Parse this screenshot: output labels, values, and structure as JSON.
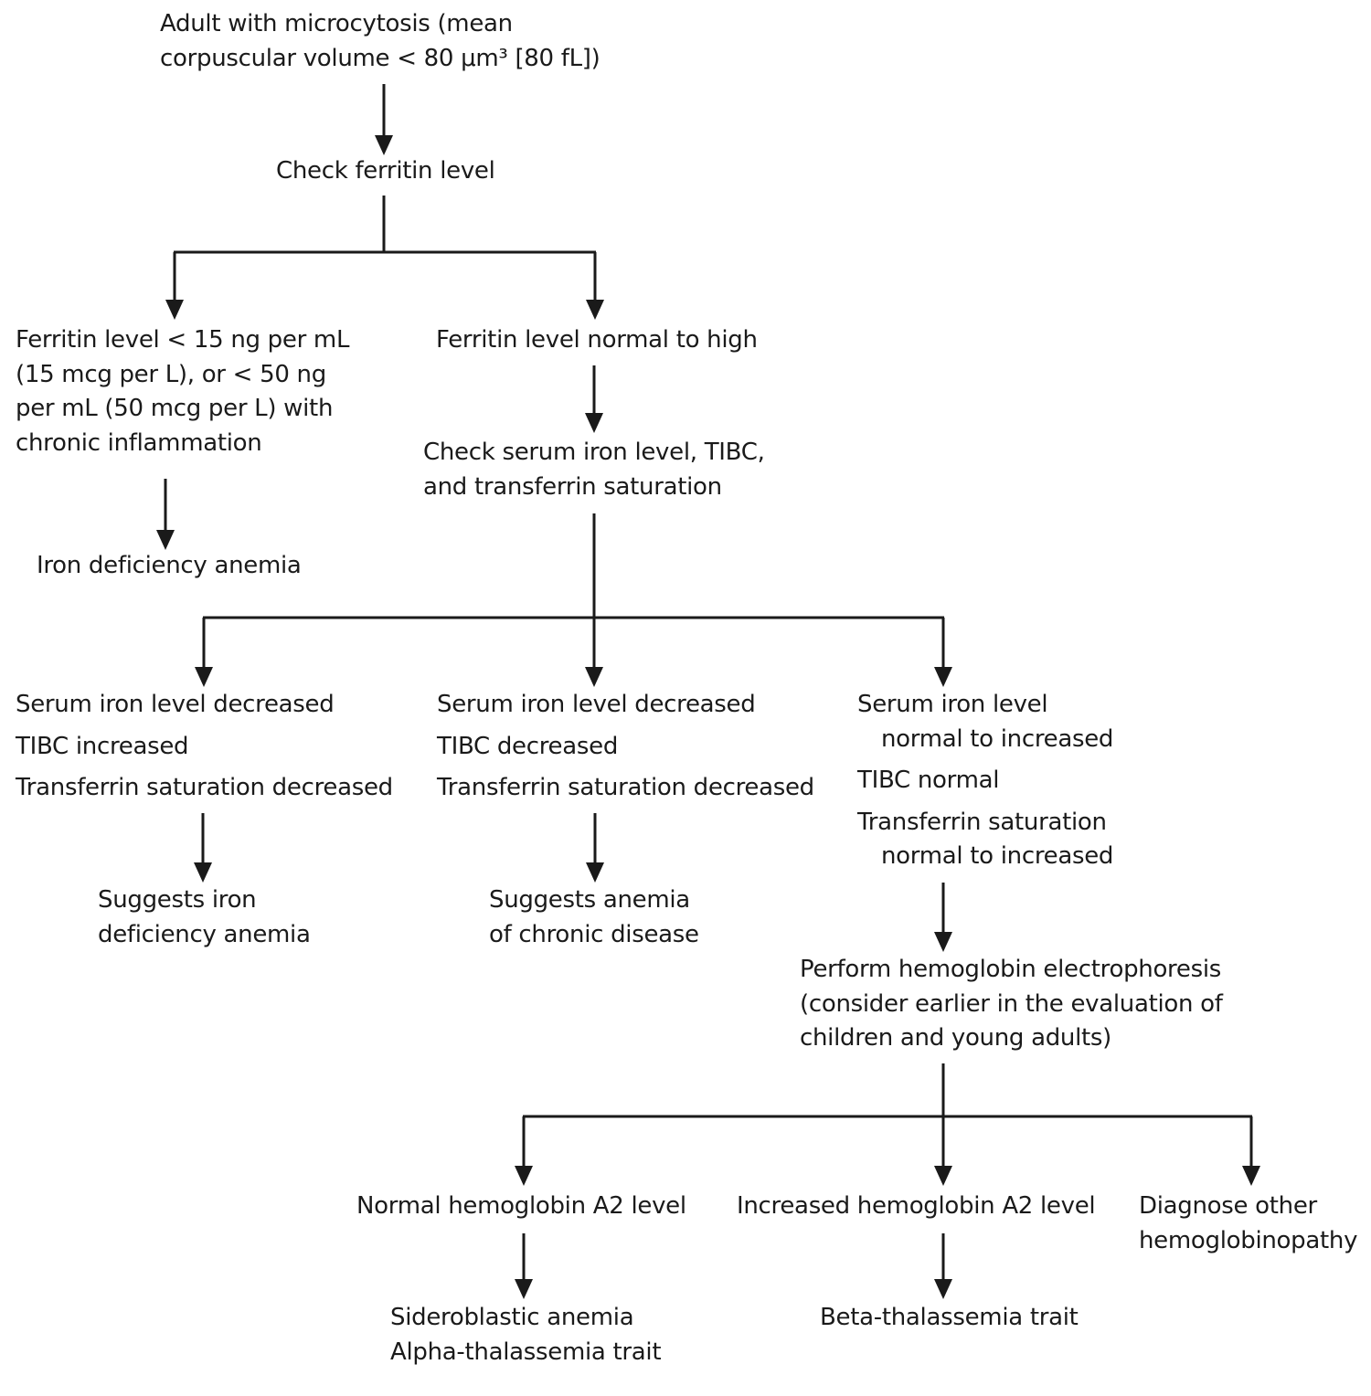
{
  "nodes": {
    "start": [
      "Adult with microcytosis (mean",
      "corpuscular volume < 80 μm³ [80 fL])"
    ],
    "check_ferritin": [
      "Check ferritin level"
    ],
    "ferritin_low": [
      "Ferritin level < 15 ng per mL",
      "(15 mcg per L), or < 50 ng",
      "per mL (50 mcg per L) with",
      "chronic inflammation"
    ],
    "iron_deficiency": [
      "Iron deficiency anemia"
    ],
    "ferritin_normal_high": [
      "Ferritin level normal to high"
    ],
    "check_serum_iron": [
      "Check serum iron level, TIBC,",
      "and transferrin saturation"
    ],
    "result_a": [
      "Serum iron level decreased",
      "TIBC increased",
      "Transferrin saturation decreased"
    ],
    "result_b": [
      "Serum iron level decreased",
      "TIBC decreased",
      "Transferrin saturation decreased"
    ],
    "result_c": [
      "Serum iron level",
      "normal to increased",
      "TIBC normal",
      "Transferrin saturation",
      "normal to increased"
    ],
    "suggests_ida": [
      "Suggests iron",
      "deficiency anemia"
    ],
    "suggests_acd": [
      "Suggests anemia",
      "of chronic disease"
    ],
    "electrophoresis": [
      "Perform hemoglobin electrophoresis",
      "(consider earlier in the evaluation of",
      "children and young adults)"
    ],
    "normal_a2": [
      "Normal hemoglobin A2 level"
    ],
    "increased_a2": [
      "Increased hemoglobin A2 level"
    ],
    "other_hemoglobinopathy": [
      "Diagnose other",
      "hemoglobinopathy"
    ],
    "sideroblastic": [
      "Sideroblastic anemia",
      "Alpha-thalassemia trait"
    ],
    "beta_thal": [
      "Beta-thalassemia trait"
    ]
  }
}
